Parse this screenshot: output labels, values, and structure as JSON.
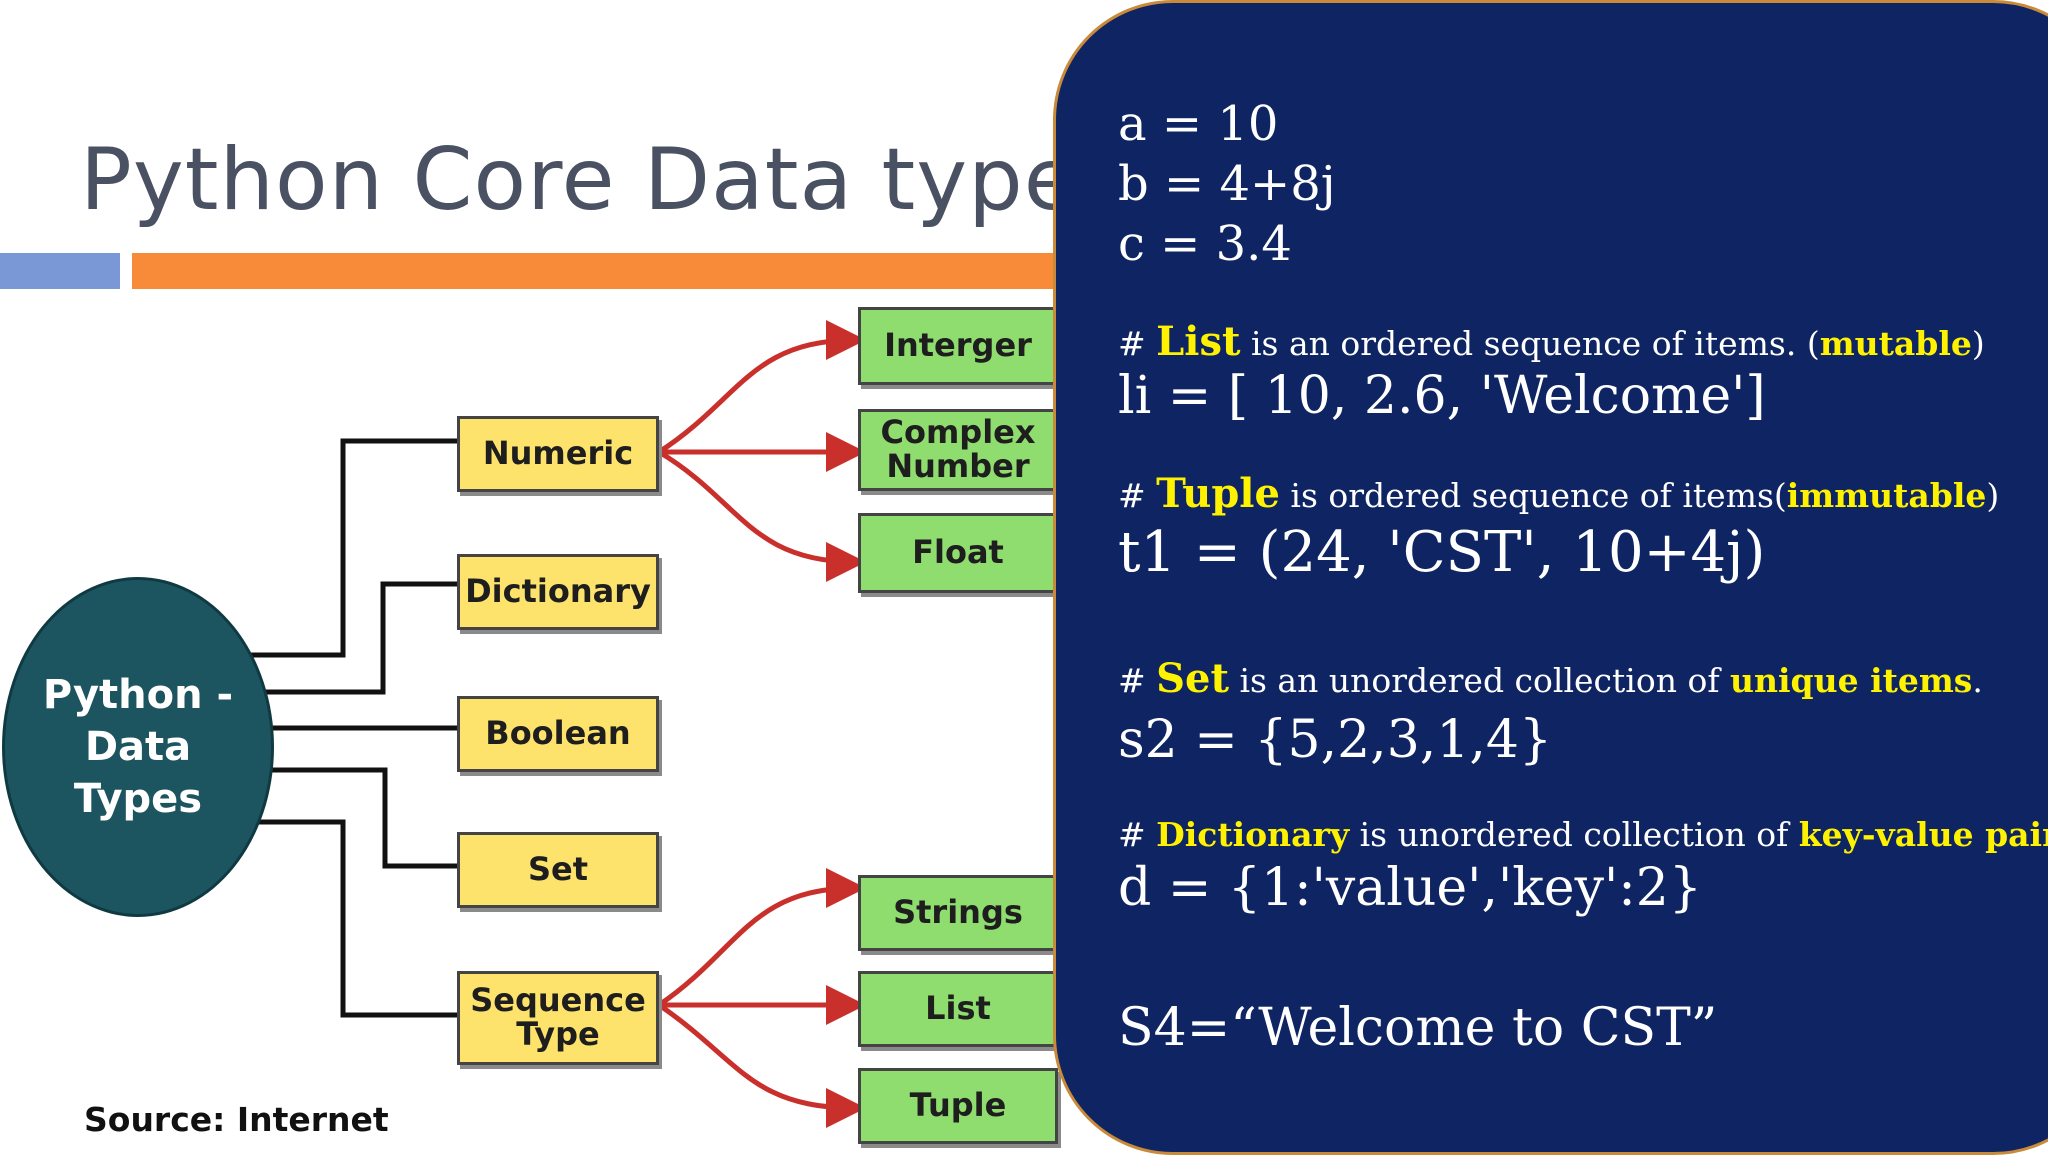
{
  "title": "Python Core Data types",
  "diagram": {
    "root": "Python - Data Types",
    "categories": [
      "Numeric",
      "Dictionary",
      "Boolean",
      "Set",
      "Sequence Type"
    ],
    "numeric_children": [
      "Interger",
      "Complex Number",
      "Float"
    ],
    "sequence_children": [
      "Strings",
      "List",
      "Tuple"
    ]
  },
  "source": "Source: Internet",
  "code_panel": {
    "line_a": "a = 10",
    "line_b": "b = 4+8j",
    "line_c": "c = 3.4",
    "list_comment": {
      "hash": "# ",
      "keyword": "List",
      "text": " is an ordered sequence of items. (",
      "highlight": "mutable",
      "end": ")"
    },
    "list_code": "li = [ 10, 2.6, 'Welcome']",
    "tuple_comment": {
      "hash": "# ",
      "keyword": "Tuple",
      "text": " is ordered sequence of items(",
      "highlight": "immutable",
      "end": ")"
    },
    "tuple_code": "t1 = (24, 'CST', 10+4j)",
    "set_comment": {
      "hash": "# ",
      "keyword": "Set",
      "text": " is an unordered collection of ",
      "highlight": "unique items",
      "end": "."
    },
    "set_code": "s2 = {5,2,3,1,4}",
    "dict_comment": {
      "hash": "# ",
      "keyword": "Dictionary",
      "text": " is unordered collection of ",
      "highlight": "key-value pairs",
      "end": "."
    },
    "dict_code": "d = {1:'value','key':2}",
    "string_code": "S4=“Welcome to CST”"
  },
  "colors": {
    "orange_bar": "#f88b3a",
    "blue_bar": "#7b98d6",
    "panel": "#0f2462",
    "keyword": "#fff200",
    "arrow": "#c9302c"
  }
}
